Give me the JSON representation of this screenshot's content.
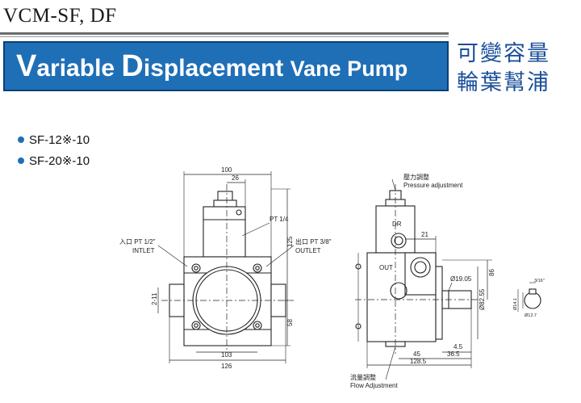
{
  "header": {
    "series": "VCM-SF, DF",
    "title_rest": "ariable ",
    "title_D": "D",
    "title_V": "V",
    "title_isplacement": "isplacement",
    "title_vane": "Vane Pump",
    "zh_line1": "可變容量",
    "zh_line2": "輪葉幫浦"
  },
  "models": [
    "SF-12※-10",
    "SF-20※-10"
  ],
  "front_view": {
    "dim_100": "100",
    "dim_26": "26",
    "pt_14": "PT 1/4",
    "inlet_zh": "入口 PT 1/2\"",
    "inlet_en": "INTLET",
    "outlet_zh": "出口 PT 3/8\"",
    "outlet_en": "OUTLET",
    "dim_125": "125",
    "dim_58": "58",
    "dim_2x11": "2-11",
    "dim_103": "103",
    "dim_126": "126"
  },
  "side_view": {
    "pressure_zh": "壓力調整",
    "pressure_en": "Pressure adjustment",
    "dr": "DR",
    "out": "OUT",
    "dim_21": "21",
    "dim_86": "86",
    "shaft_dia": "Ø19.05",
    "dim_82": "Ø82.55",
    "dim_4_5": "4.5",
    "dim_45": "45",
    "dim_36_5": "36.5",
    "dim_128_5": "128.5",
    "flow_zh": "流量調整",
    "flow_en": "Flow Adjustment"
  },
  "key_view": {
    "key_w": "3/16\"",
    "key_h": "Ø14.1",
    "key_d": "Ø12.7"
  },
  "colors": {
    "banner": "#1f6fb7",
    "banner_border": "#0b3f74",
    "zh_text": "#1b4f9a",
    "bullet": "#1f6fb7"
  }
}
